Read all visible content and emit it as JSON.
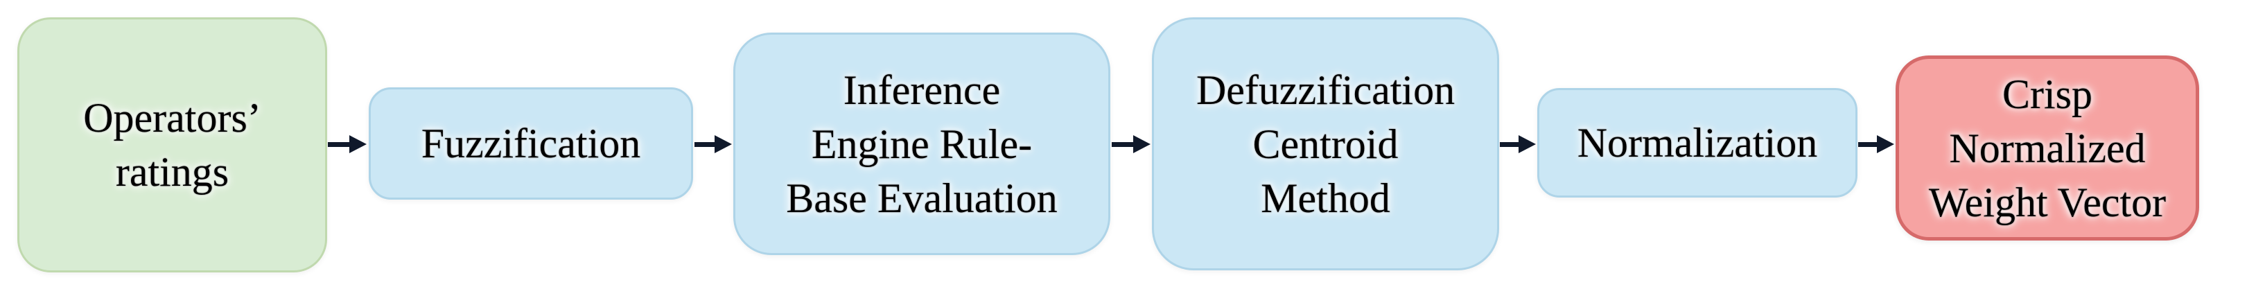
{
  "page": {
    "background_color": "#ffffff"
  },
  "flow": {
    "direction": "left-to-right",
    "arrow_count": 5,
    "arrow_color": "#10192b"
  },
  "nodes": [
    {
      "id": "operators-ratings",
      "label": "Operators’ ratings",
      "lines": [
        "Operators’",
        "ratings"
      ],
      "fill": "#d8ecd3",
      "border": "#c0d9ae",
      "text_color": "#000000"
    },
    {
      "id": "fuzzification",
      "label": "Fuzzification",
      "lines": [
        "Fuzzification"
      ],
      "fill": "#cbe7f5",
      "border": "#aed4e8",
      "text_color": "#000000"
    },
    {
      "id": "inference-engine-rule-base-evaluation",
      "label": "Inference Engine Rule-Base Evaluation",
      "lines": [
        "Inference",
        "Engine Rule-",
        "Base Evaluation"
      ],
      "fill": "#cbe7f5",
      "border": "#aed4e8",
      "text_color": "#000000"
    },
    {
      "id": "defuzzification-centroid-method",
      "label": "Defuzzification Centroid Method",
      "lines": [
        "Defuzzification",
        "Centroid",
        "Method"
      ],
      "fill": "#cbe7f5",
      "border": "#aed4e8",
      "text_color": "#000000"
    },
    {
      "id": "normalization",
      "label": "Normalization",
      "lines": [
        "Normalization"
      ],
      "fill": "#cbe7f5",
      "border": "#aed4e8",
      "text_color": "#000000"
    },
    {
      "id": "crisp-normalized-weight-vector",
      "label": "Crisp Normalized Weight Vector",
      "lines": [
        "Crisp",
        "Normalized",
        "Weight Vector"
      ],
      "fill": "#f6a3a2",
      "border": "#d66a6a",
      "text_color": "#000000"
    }
  ]
}
